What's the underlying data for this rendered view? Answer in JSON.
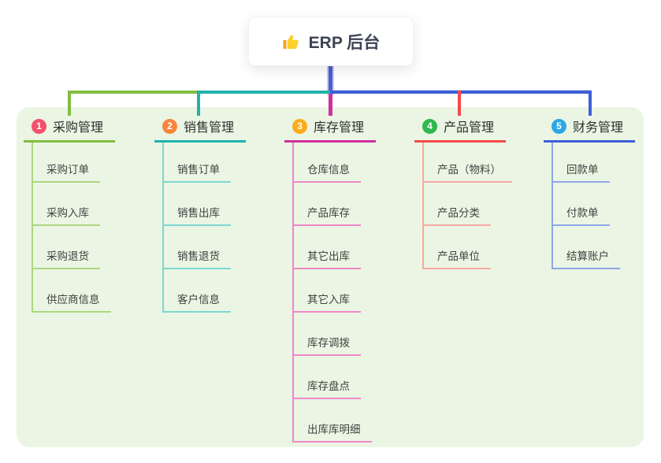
{
  "root": {
    "icon": "thumbs-up-icon",
    "label": "ERP 后台"
  },
  "branches": [
    {
      "badge": "1",
      "label": "采购管理",
      "badge_color": "#f4516c",
      "line_color": "#82bd41",
      "child_line_color": "#aed581",
      "children": [
        "采购订单",
        "采购入库",
        "采购退货",
        "供应商信息"
      ]
    },
    {
      "badge": "2",
      "label": "销售管理",
      "badge_color": "#f7853d",
      "line_color": "#1eb3ab",
      "child_line_color": "#7fd6d0",
      "children": [
        "销售订单",
        "销售出库",
        "销售退货",
        "客户信息"
      ]
    },
    {
      "badge": "3",
      "label": "库存管理",
      "badge_color": "#fbab1b",
      "line_color": "#d02f9e",
      "child_line_color": "#f087c7",
      "children": [
        "仓库信息",
        "产品库存",
        "其它出库",
        "其它入库",
        "库存调拨",
        "库存盘点",
        "出库库明细"
      ]
    },
    {
      "badge": "4",
      "label": "产品管理",
      "badge_color": "#2eb84e",
      "line_color": "#f54848",
      "child_line_color": "#f9a8a2",
      "children": [
        "产品（物料）",
        "产品分类",
        "产品单位"
      ]
    },
    {
      "badge": "5",
      "label": "财务管理",
      "badge_color": "#2da7e5",
      "line_color": "#3d5fd9",
      "child_line_color": "#90a5e7",
      "children": [
        "回款单",
        "付款单",
        "结算账户"
      ]
    }
  ],
  "colors": {
    "canvas_background": "#ffffff",
    "panel_background": "#eaf6e3",
    "root_connector": "#4c5ecf",
    "root_text": "#3d4256",
    "node_text": "#414141"
  }
}
